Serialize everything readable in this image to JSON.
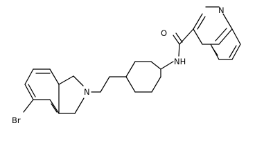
{
  "molecule": {
    "atoms": {
      "nitrogen_quinoline": "N",
      "oxygen_carbonyl": "O",
      "nitrogen_amide": "NH",
      "nitrogen_isoquinoline": "N",
      "bromine": "Br"
    },
    "colors": {
      "bond": "#000000",
      "label": "#000000",
      "background": "#ffffff"
    }
  }
}
